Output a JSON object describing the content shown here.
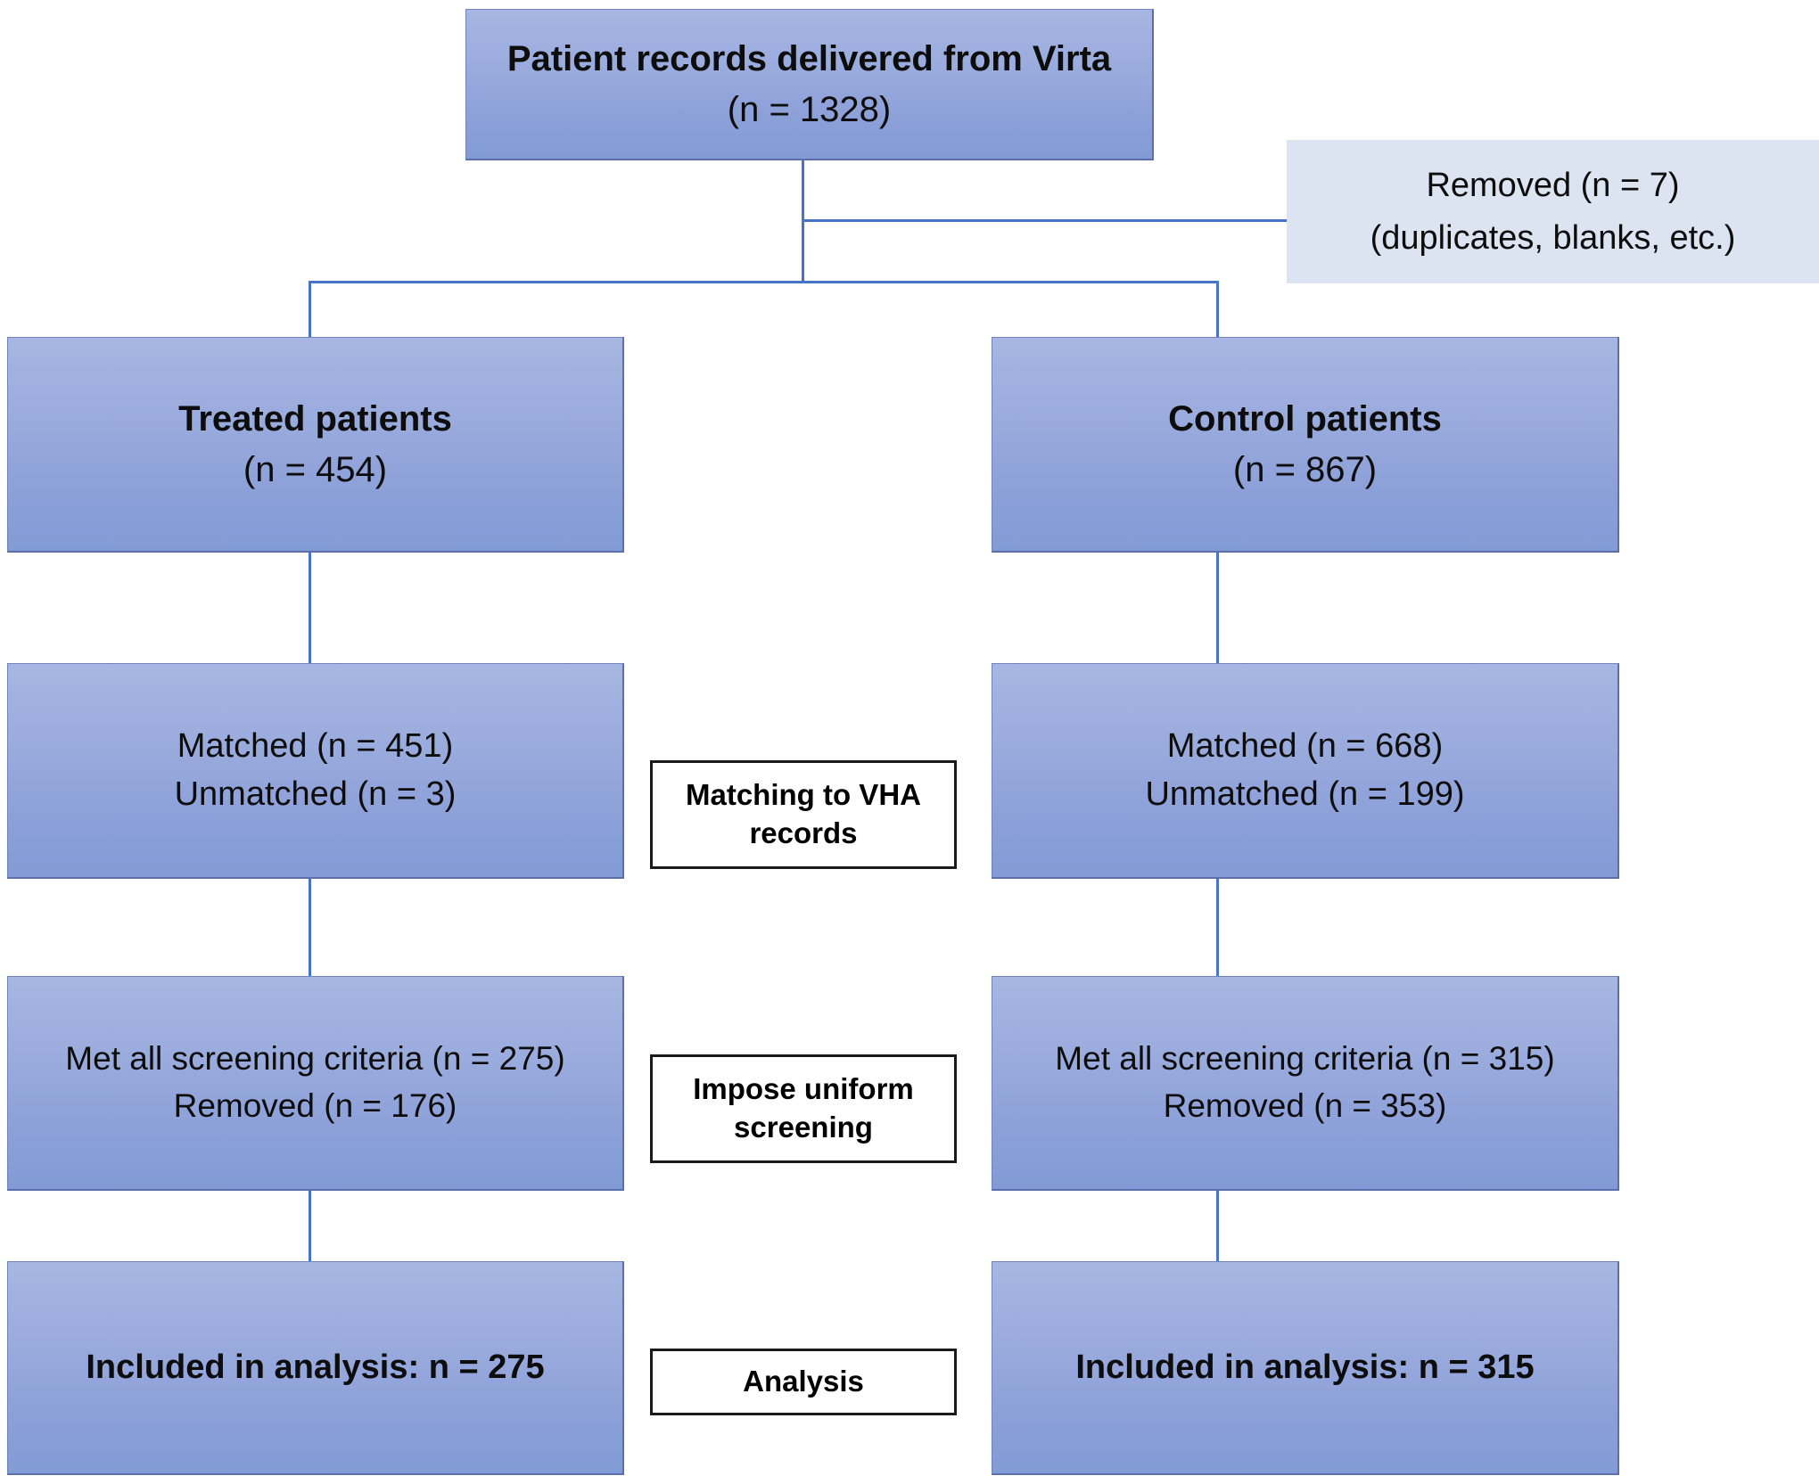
{
  "diagram": {
    "title": "Patient records flow diagram",
    "colors": {
      "node_fill_top": "#a7b6e2",
      "node_fill_bottom": "#819bd6",
      "node_border": "#5c6fa8",
      "callout_fill": "#dce4f2",
      "connector": "#4874c8",
      "stage_border": "#1a1a1a",
      "text": "#0d0d0d"
    },
    "source": {
      "line1": "Patient records delivered from Virta",
      "line2": "(n = 1328)"
    },
    "removed_callout": {
      "line1": "Removed (n = 7)",
      "line2": "(duplicates, blanks, etc.)"
    },
    "arms": {
      "treated": {
        "header_line1": "Treated patients",
        "header_line2": "(n = 454)",
        "matching_line1": "Matched (n = 451)",
        "matching_line2": "Unmatched (n = 3)",
        "screening_line1": "Met all screening criteria (n = 275)",
        "screening_line2": "Removed (n = 176)",
        "analysis_line": "Included in analysis:  n = 275"
      },
      "control": {
        "header_line1": "Control patients",
        "header_line2": "(n = 867)",
        "matching_line1": "Matched (n = 668)",
        "matching_line2": "Unmatched (n = 199)",
        "screening_line1": "Met all screening criteria (n = 315)",
        "screening_line2": "Removed (n = 353)",
        "analysis_line": "Included in analysis: n = 315"
      }
    },
    "stages": {
      "matching_line1": "Matching to VHA",
      "matching_line2": "records",
      "screening_line1": "Impose uniform",
      "screening_line2": "screening",
      "analysis_line1": "Analysis"
    }
  }
}
